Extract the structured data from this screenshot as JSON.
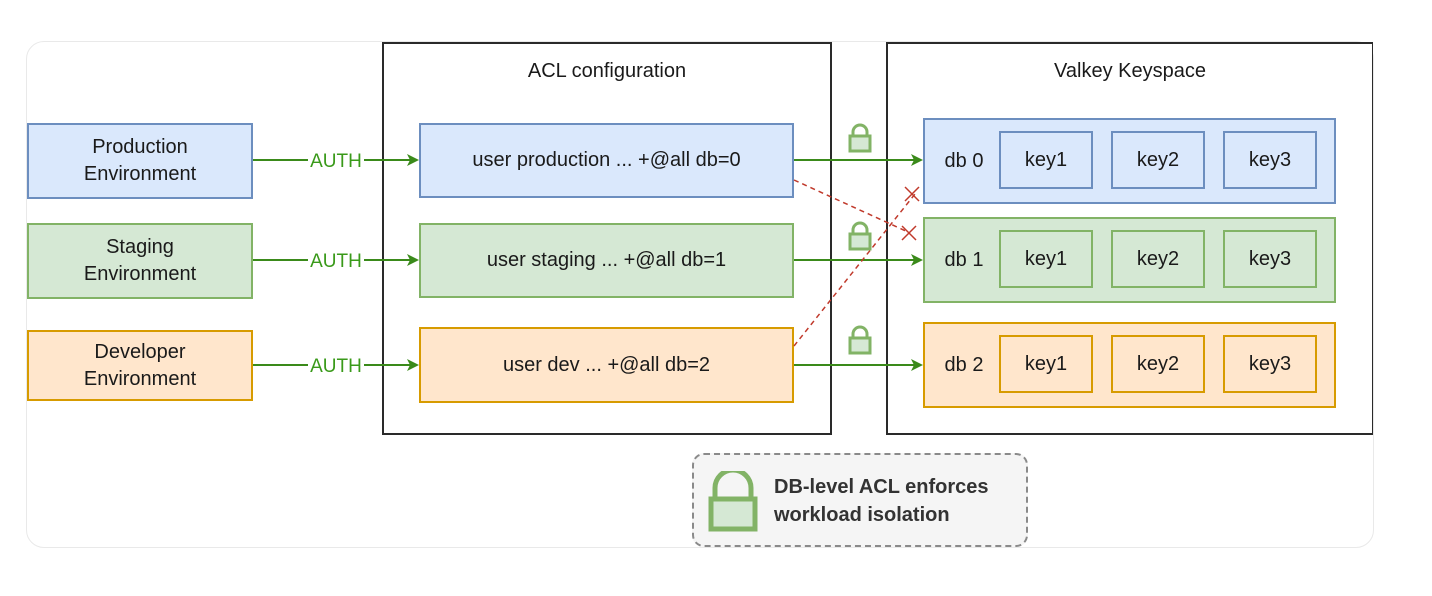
{
  "colors": {
    "blue_fill": "#dae8fc",
    "blue_stroke": "#6c8ebf",
    "green_fill": "#d5e8d4",
    "green_stroke": "#82b366",
    "orange_fill": "#ffe6cc",
    "orange_stroke": "#d79b00",
    "arrow_green": "#3a8a1a",
    "deny_red": "#c0392b",
    "lock_green": "#82b366"
  },
  "environments": [
    {
      "label": "Production\nEnvironment",
      "color": "blue"
    },
    {
      "label": "Staging\nEnvironment",
      "color": "green"
    },
    {
      "label": "Developer\nEnvironment",
      "color": "orange"
    }
  ],
  "auth_label": "AUTH",
  "acl_panel": {
    "title": "ACL configuration",
    "rules": [
      "user production ... +@all db=0",
      "user staging ... +@all db=1",
      "user dev ... +@all db=2"
    ]
  },
  "keyspace_panel": {
    "title": "Valkey Keyspace",
    "databases": [
      {
        "label": "db 0",
        "keys": [
          "key1",
          "key2",
          "key3"
        ]
      },
      {
        "label": "db 1",
        "keys": [
          "key1",
          "key2",
          "key3"
        ]
      },
      {
        "label": "db 2",
        "keys": [
          "key1",
          "key2",
          "key3"
        ]
      }
    ]
  },
  "legend": {
    "icon": "lock-icon",
    "text": "DB-level ACL enforces workload isolation"
  }
}
